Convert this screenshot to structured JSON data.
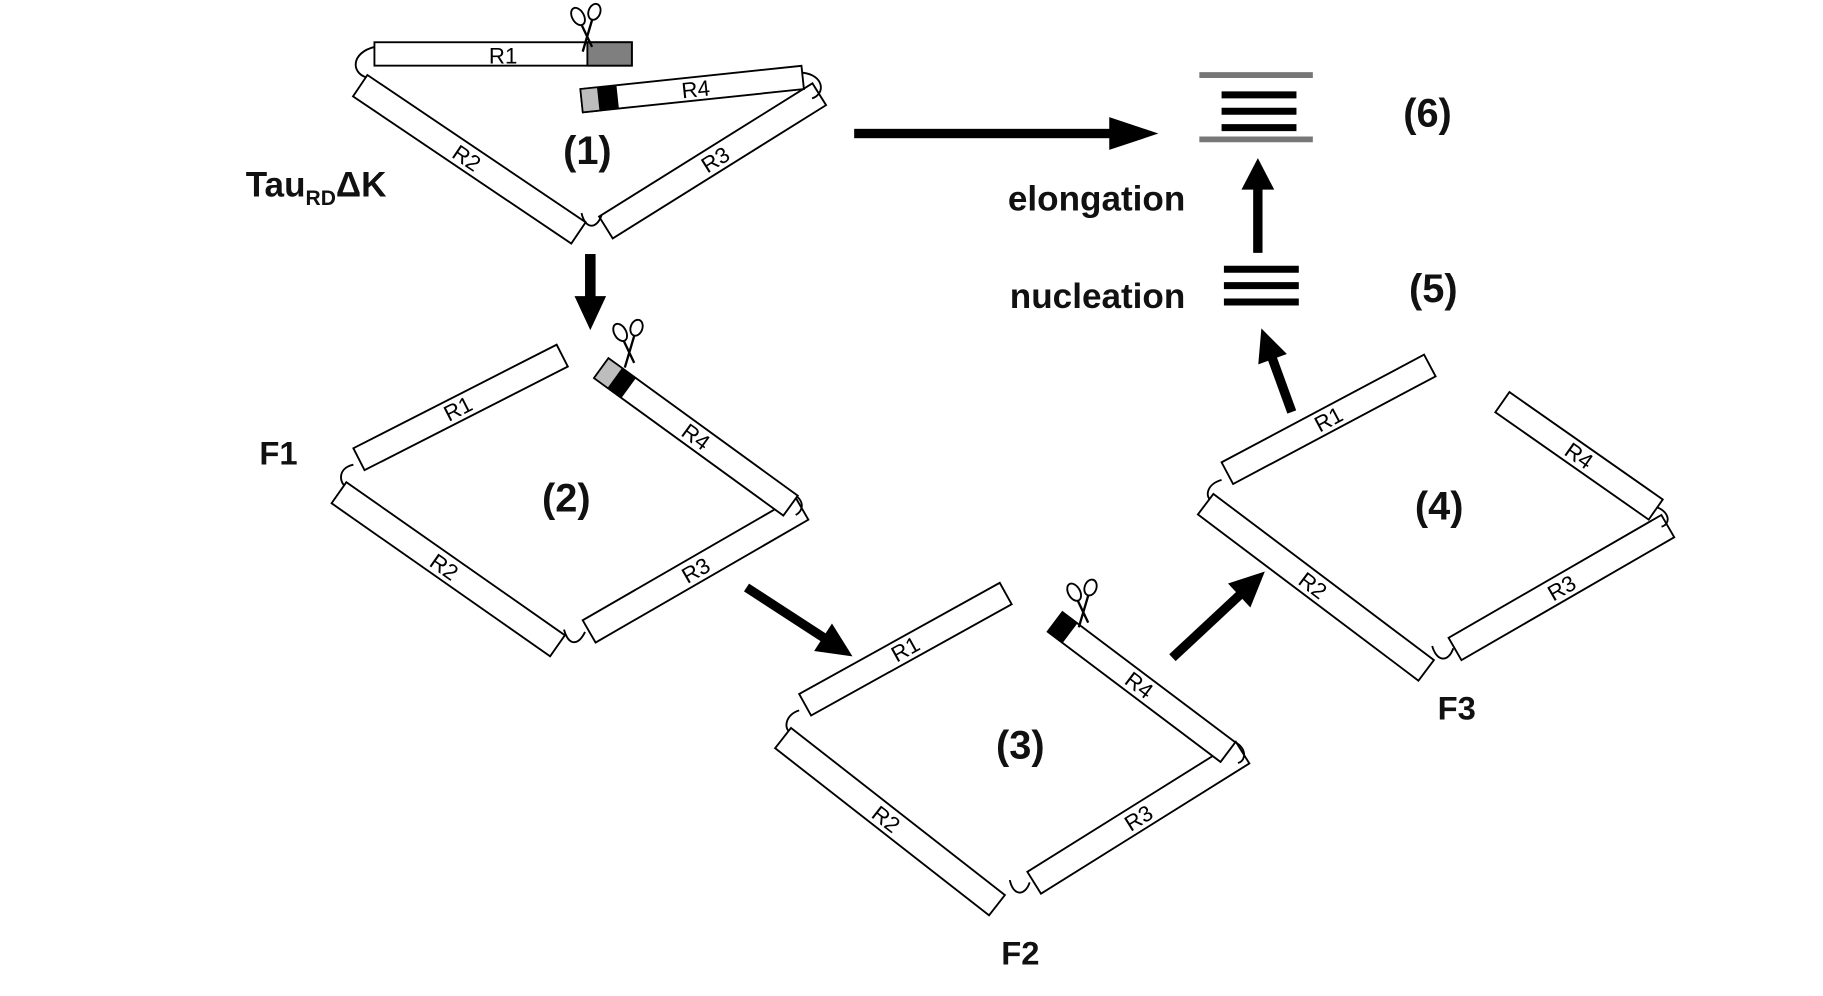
{
  "title": "TauRDΔK aggregation pathway",
  "construct_label": {
    "main": "Tau",
    "subscript": "RD",
    "suffix": "ΔK"
  },
  "repeat_labels": [
    "R1",
    "R2",
    "R3",
    "R4"
  ],
  "states": [
    {
      "id": "1",
      "label": "(1)",
      "form": ""
    },
    {
      "id": "2",
      "label": "(2)",
      "form": "F1"
    },
    {
      "id": "3",
      "label": "(3)",
      "form": "F2"
    },
    {
      "id": "4",
      "label": "(4)",
      "form": "F3"
    },
    {
      "id": "5",
      "label": "(5)",
      "form": ""
    },
    {
      "id": "6",
      "label": "(6)",
      "form": ""
    }
  ],
  "process_labels": {
    "nucleation": "nucleation",
    "elongation": "elongation"
  },
  "colors": {
    "cleaved_dark_grey": "#7f7f7f",
    "cleaved_light_grey": "#bdbdbd",
    "cleaved_black": "#000000",
    "fibril_edge": "#777777",
    "fibril_core": "#000000"
  },
  "icons": {
    "cleavage_site": "scissors-icon"
  }
}
